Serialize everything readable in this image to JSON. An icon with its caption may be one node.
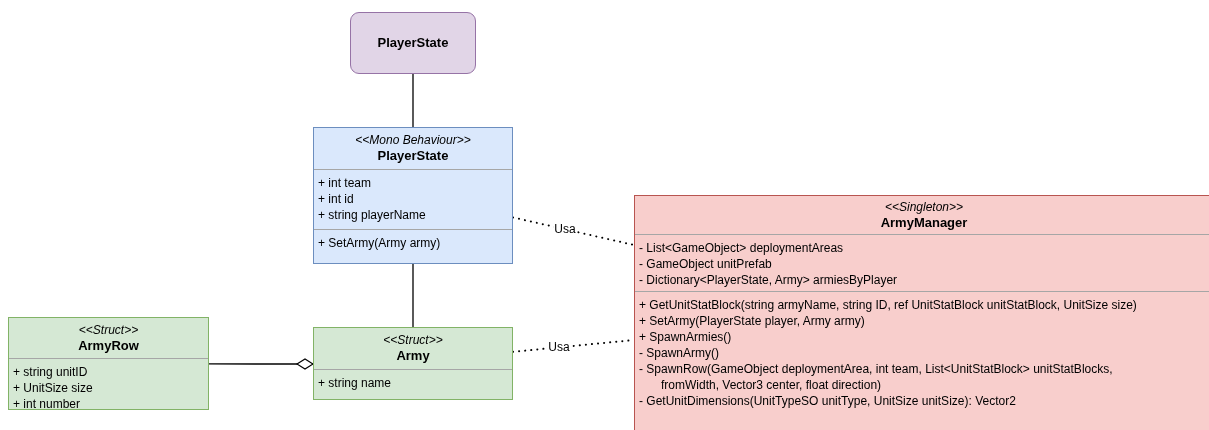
{
  "diagram": {
    "nodes": [
      {
        "text": [
          "PlayerState"
        ]
      },
      {
        "text": [
          "<<Mono Behaviour>>",
          "PlayerState",
          "+ int team",
          "+ int id",
          "+ string playerName",
          "+ SetArmy(Army army)"
        ]
      },
      {
        "text": [
          "<<Singleton>>",
          "ArmyManager",
          "- List<GameObject> deploymentAreas",
          "- GameObject unitPrefab",
          "- Dictionary<PlayerState, Army> armiesByPlayer",
          "+ GetUnitStatBlock(string armyName, string ID, ref UnitStatBlock unitStatBlock, UnitSize size)",
          "+ SetArmy(PlayerState player, Army army)",
          "+ SpawnArmies()",
          "- SpawnArmy()",
          "- SpawnRow(GameObject deploymentArea, int team, List<UnitStatBlock> unitStatBlocks, fromWidth, Vector3 center, float direction)",
          "- GetUnitDimensions(UnitTypeSO unitType, UnitSize unitSize): Vector2"
        ]
      },
      {
        "text": [
          "<<Struct>>",
          "ArmyRow",
          "+ string unitID",
          "+ UnitSize size",
          "+ int number"
        ]
      },
      {
        "text": [
          "<<Struct>>",
          "Army",
          "+ string name"
        ]
      }
    ],
    "edges": [
      {
        "from": 0,
        "to": 1,
        "arrow": "none"
      },
      {
        "from": 1,
        "to": 4,
        "arrow": "none"
      },
      {
        "from": 3,
        "to": 4,
        "arrow": "other"
      },
      {
        "from": 1,
        "to": 2,
        "arrow": "none",
        "label": "Usa",
        "style": "dashed"
      },
      {
        "from": 4,
        "to": 2,
        "arrow": "none",
        "label": "Usa",
        "style": "dashed"
      }
    ]
  }
}
